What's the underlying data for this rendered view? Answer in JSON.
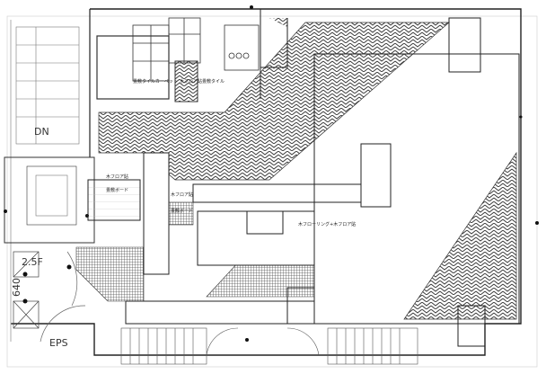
{
  "plan": {
    "labels": {
      "tatami_tile_carpet": "畳敷タイルカーペット",
      "wood_floor_upper": "木フロア貼",
      "tatami_tile": "畳敷タイル",
      "wood_floor_left": "木フロア貼",
      "tatami_left": "畳敷ボード",
      "wood_floor_mid": "木フロア貼",
      "tatami_mid": "畳敷ボード",
      "wood_floor_right": "木フローリング+木フロア貼",
      "down": "DN",
      "eps": "EPS",
      "dim_640": "640",
      "shaft_25": "2.5F"
    }
  }
}
